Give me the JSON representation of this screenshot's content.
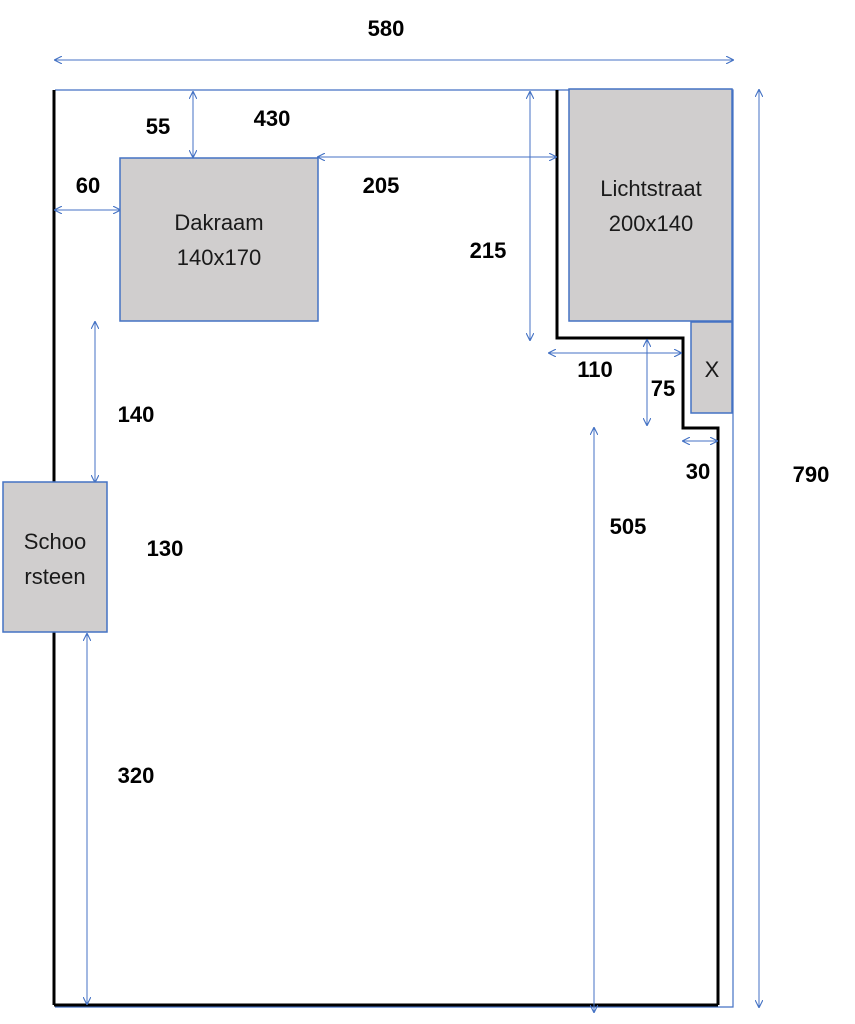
{
  "elements": {
    "dakraam": {
      "line1": "Dakraam",
      "line2": "140x170"
    },
    "lichtstraat": {
      "line1": "Lichtstraat",
      "line2": "200x140"
    },
    "x_box": {
      "label": "X"
    },
    "schoorsteen": {
      "line1": "Schoo",
      "line2": "rsteen"
    }
  },
  "dimensions": {
    "d580": "580",
    "d430": "430",
    "d55": "55",
    "d60": "60",
    "d205": "205",
    "d215": "215",
    "d110": "110",
    "d75": "75",
    "d30": "30",
    "d140": "140",
    "d130": "130",
    "d505": "505",
    "d320": "320",
    "d790": "790"
  },
  "colors": {
    "box_fill": "#d0cece",
    "box_stroke": "#4472c4",
    "dimension_line": "#4472c4",
    "wall": "#000000"
  }
}
